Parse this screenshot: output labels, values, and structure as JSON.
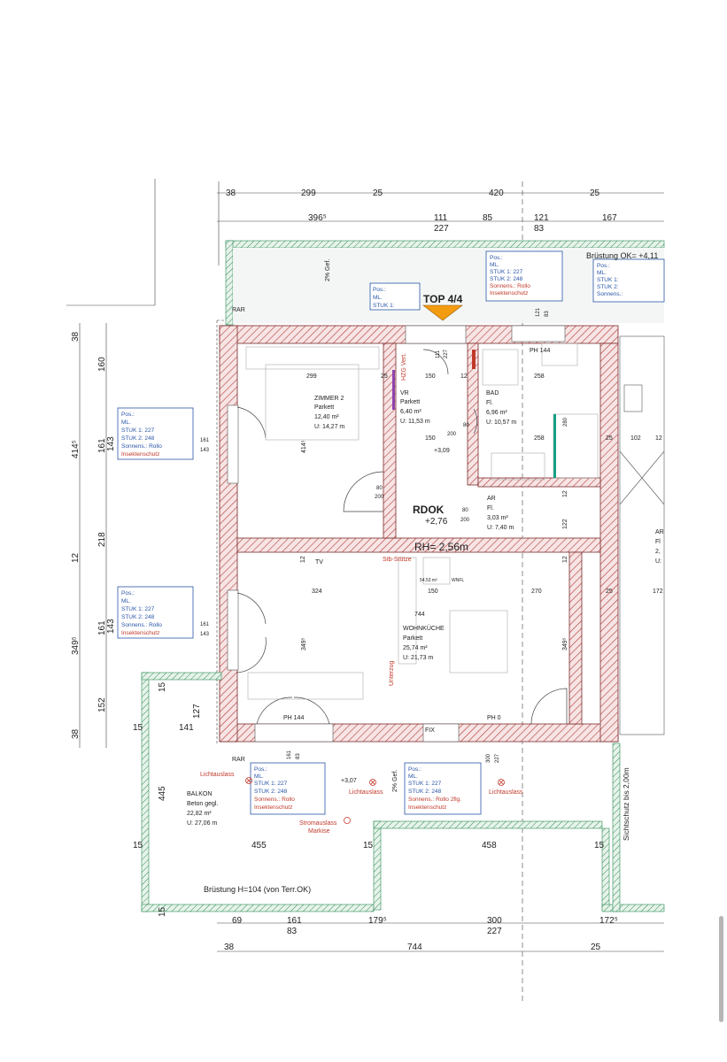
{
  "plan": {
    "top_label": "TOP 4/4",
    "rh_label": "RH= 2,56m",
    "rdok_label": "RDOK",
    "rdok_value": "+2,76",
    "level_309": "+3,09",
    "level_307": "+3,07",
    "gefaelle": "2% Gef.",
    "bruestung_top": "Brüstung OK= +4,11",
    "bruestung_terrace": "Brüstung H=104 (von Terr.OK)",
    "sichtschutz": "Sichtschutz bis 2,00m",
    "stb_stuetze": "Stb-Stütze",
    "unterzug": "Unterzug",
    "tv": "TV",
    "fix": "FIX",
    "rar": "RAR",
    "ph_144": "PH 144",
    "ph_0": "PH 0",
    "hzg_vert": "HZG Vert.",
    "lichtauslass": "Lichtauslass",
    "stromauslass": "Stromauslass",
    "markise": "Markise",
    "wnfl_area": "54,53 m²",
    "wnfl_label": "WNFL"
  },
  "rooms": {
    "zimmer": {
      "name": "ZIMMER 2",
      "floor": "Parkett",
      "area": "12,40 m²",
      "perimeter": "U: 14,27 m"
    },
    "vr": {
      "name": "VR",
      "floor": "Parkett",
      "area": "6,40 m²",
      "perimeter": "U: 11,53 m"
    },
    "bad": {
      "name": "BAD",
      "floor": "Fl.",
      "area": "6,96 m²",
      "perimeter": "U: 10,57 m"
    },
    "ar": {
      "name": "AR",
      "floor": "Fl.",
      "area": "3,03 m²",
      "perimeter": "U: 7,40 m"
    },
    "wohn": {
      "name": "WOHNKÜCHE",
      "floor": "Parkett",
      "area": "25,74 m²",
      "perimeter": "U: 21,73 m"
    },
    "balkon": {
      "name": "BALKON",
      "floor": "Beton gegl.",
      "area": "22,82 m²",
      "perimeter": "U: 27,06 m"
    }
  },
  "window_boxes": {
    "left_upper": [
      "Pos.:",
      "ML.",
      "STUK 1: 227",
      "STUK 2: 248",
      "Sonnens.: Rollo",
      "Insektenschutz"
    ],
    "left_lower": [
      "Pos.:",
      "ML.",
      "STUK 1: 227",
      "STUK 2: 248",
      "Sonnens.: Rollo",
      "Insektenschutz"
    ],
    "top_small": [
      "Pos.:",
      "ML.",
      "STUK 1:"
    ],
    "top_bath": [
      "Pos.:",
      "ML.",
      "STUK 1: 227",
      "STUK 2: 248",
      "Sonnens.: Rollo",
      "Insektenschutz"
    ],
    "top_right": [
      "Pos.:",
      "ML.",
      "STUK 1:",
      "STUK 2:",
      "Sonnens.:"
    ],
    "bottom_mid": [
      "Pos.:",
      "ML.",
      "STUK 1: 227",
      "STUK 2: 248",
      "Sonnens.: Rollo",
      "Insektenschutz"
    ],
    "bottom_right": [
      "Pos.:",
      "ML.",
      "STUK 1: 227",
      "STUK 2: 248",
      "Sonnens.: Rollo 2flg.",
      "Insektenschutz"
    ]
  },
  "dims": {
    "top_row1": [
      "38",
      "299",
      "25",
      "420",
      "25"
    ],
    "top_row2": [
      "396⁵",
      "111",
      "85",
      "121",
      "167"
    ],
    "top_row2_sub": [
      "227",
      "83"
    ],
    "left_outer": [
      "38",
      "414⁵",
      "12",
      "349⁵",
      "38"
    ],
    "left_inner": [
      "160",
      "161",
      "143",
      "218",
      "161",
      "143",
      "152"
    ],
    "bottom_row1": [
      "69",
      "161",
      "179⁵",
      "300",
      "172⁵"
    ],
    "bottom_row1_sub": [
      "83",
      "227"
    ],
    "bottom_row2": [
      "38",
      "744",
      "25"
    ],
    "balcony": [
      "15",
      "141",
      "127",
      "15",
      "445",
      "15",
      "455",
      "15",
      "458",
      "15",
      "15"
    ],
    "interior": [
      "299",
      "25",
      "150",
      "12",
      "258",
      "150",
      "200",
      "80",
      "258",
      "102",
      "12",
      "324",
      "150",
      "270",
      "744",
      "25",
      "172",
      "80",
      "200",
      "80",
      "200",
      "161",
      "143",
      "161",
      "143",
      "111",
      "227",
      "121",
      "83",
      "414⁵",
      "349⁵",
      "349⁵",
      "122",
      "12",
      "12",
      "161",
      "83",
      "300",
      "227",
      "12",
      "280",
      "25",
      "2,",
      "Fl",
      "AR",
      "U:"
    ]
  }
}
